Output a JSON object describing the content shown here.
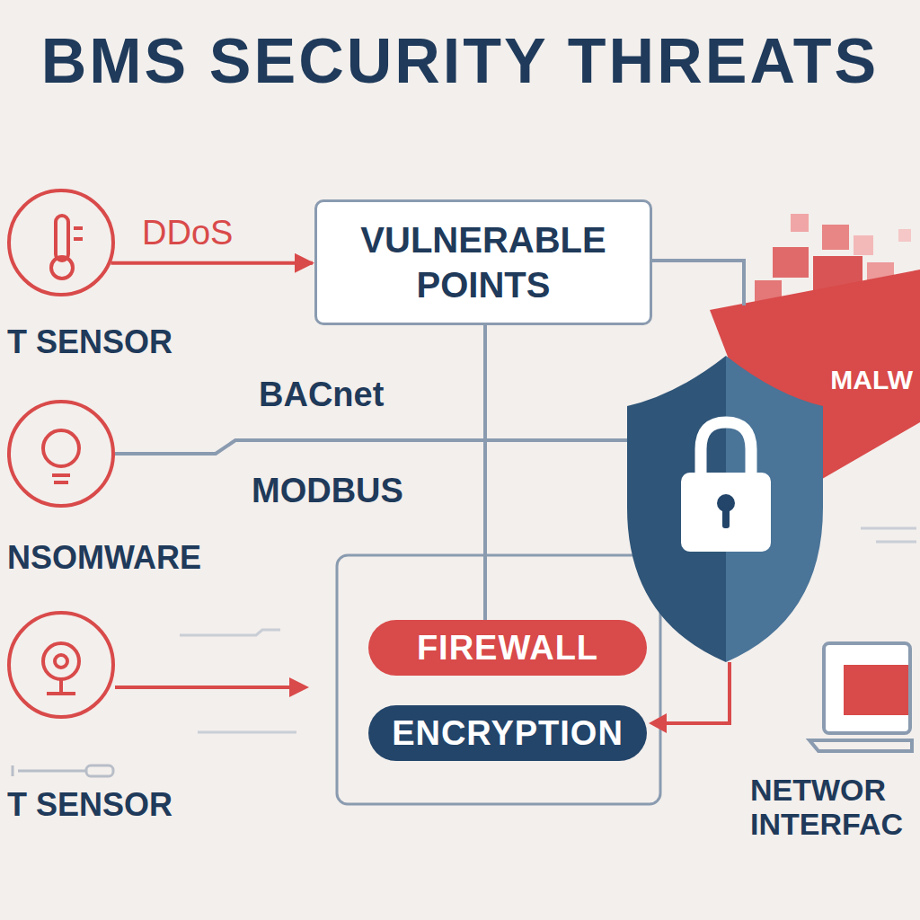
{
  "diagram": {
    "title": "BMS SECURITY THREATS",
    "nodes": [
      {
        "text": [
          "T SENSOR"
        ]
      },
      {
        "text": [
          "VULNERABLE POINTS"
        ]
      },
      {
        "text": [
          "MALW"
        ]
      },
      {
        "text": [
          "NSOMWARE"
        ]
      },
      {
        "text": [
          "T SENSOR"
        ]
      },
      {
        "text": [
          "FIREWALL"
        ]
      },
      {
        "text": [
          "ENCRYPTION"
        ]
      },
      {
        "text": [
          "NETWOR INTERFAC"
        ]
      }
    ],
    "edges": [
      {
        "from": 0,
        "to": 1,
        "arrow": "to",
        "label": "DDoS"
      },
      {
        "from": 1,
        "to": 2,
        "arrow": "none"
      },
      {
        "from": 1,
        "to": 5,
        "arrow": "none"
      }
    ],
    "labels": [
      "BACnet",
      "MODBUS"
    ]
  }
}
